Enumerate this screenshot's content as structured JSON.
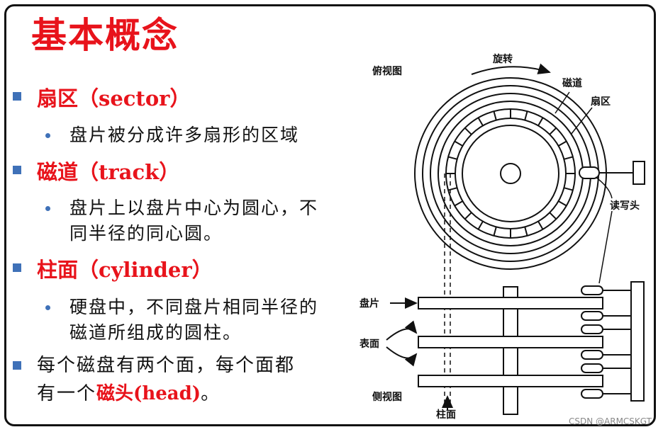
{
  "title": "基本概念",
  "sections": [
    {
      "heading": "扇区（sector）",
      "text": "盘片被分成许多扇形的区域"
    },
    {
      "heading": "磁道（track）",
      "text_line1": "盘片上以盘片中心为圆心，不",
      "text_line2": "同半径的同心圆。"
    },
    {
      "heading": "柱面（cylinder）",
      "text_line1": "硬盘中，不同盘片相同半径的",
      "text_line2": "磁道所组成的圆柱。"
    }
  ],
  "last_bullet": {
    "line1": "每个磁盘有两个面，每个面都",
    "line2_prefix": "有一个",
    "line2_red": "磁头(head)",
    "line2_suffix": "。"
  },
  "diagram_labels": {
    "top_view": "俯视图",
    "rotation": "旋转",
    "track": "磁道",
    "sector": "扇区",
    "read_write_head": "读写头",
    "platter": "盘片",
    "surface": "表面",
    "side_view": "侧视图",
    "cylinder": "柱面"
  },
  "watermark": "CSDN @ARMCSKGT",
  "colors": {
    "title_red": "#e8131b",
    "bullet_blue": "#3f71b8"
  }
}
